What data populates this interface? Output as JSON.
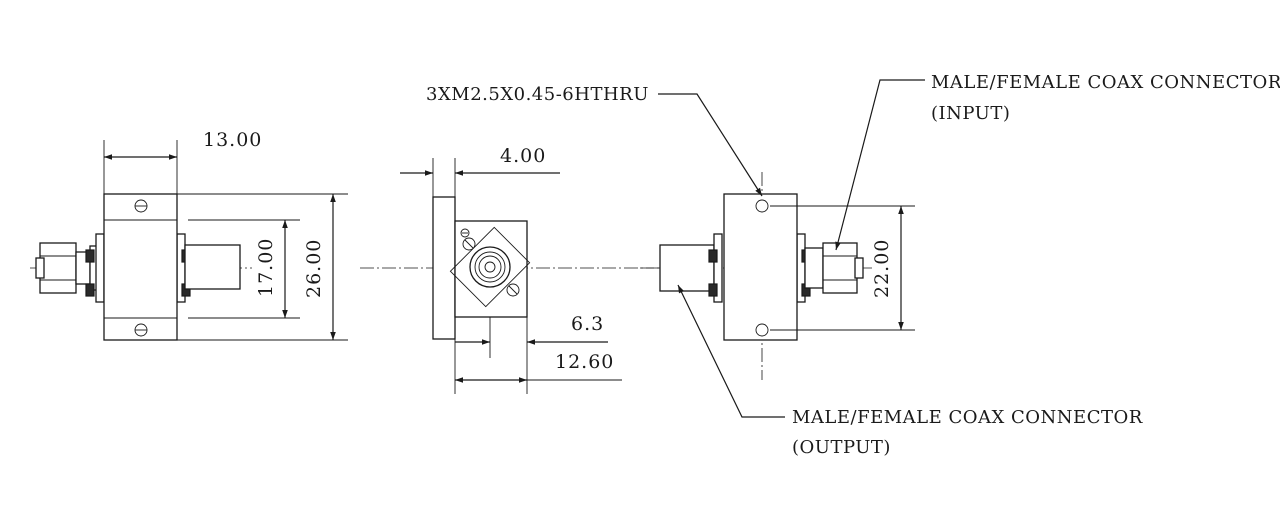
{
  "dimensions": {
    "left_width": "13.00",
    "left_inner_height": "17.00",
    "left_overall_height": "26.00",
    "mid_thickness": "4.00",
    "mid_offset": "6.3",
    "mid_depth": "12.60",
    "right_hole_spacing": "22.00"
  },
  "callouts": {
    "thread": "3XM2.5X0.45-6HTHRU",
    "input_line1": "MALE/FEMALE COAX CONNECTOR",
    "input_line2": "(INPUT)",
    "output_line1": "MALE/FEMALE COAX CONNECTOR",
    "output_line2": "(OUTPUT)"
  }
}
